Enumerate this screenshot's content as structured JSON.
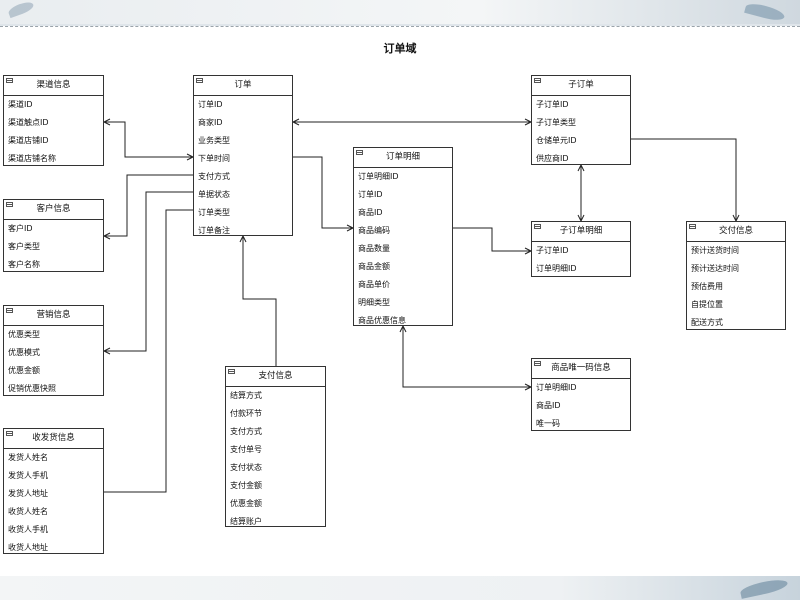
{
  "diagram_title": "订单域",
  "entities": {
    "channel": {
      "name": "渠道信息",
      "fields": [
        "渠道ID",
        "渠道触点ID",
        "渠道店铺ID",
        "渠道店铺名称"
      ]
    },
    "customer": {
      "name": "客户信息",
      "fields": [
        "客户ID",
        "客户类型",
        "客户名称"
      ]
    },
    "marketing": {
      "name": "营销信息",
      "fields": [
        "优惠类型",
        "优惠模式",
        "优惠金额",
        "促销优惠快照"
      ]
    },
    "shipping": {
      "name": "收发货信息",
      "fields": [
        "发货人姓名",
        "发货人手机",
        "发货人地址",
        "收货人姓名",
        "收货人手机",
        "收货人地址"
      ]
    },
    "order": {
      "name": "订单",
      "fields": [
        "订单ID",
        "商家ID",
        "业务类型",
        "下单时间",
        "支付方式",
        "单据状态",
        "订单类型",
        "订单备注"
      ]
    },
    "payment": {
      "name": "支付信息",
      "fields": [
        "结算方式",
        "付款环节",
        "支付方式",
        "支付单号",
        "支付状态",
        "支付金额",
        "优惠金额",
        "结算账户"
      ]
    },
    "order_detail": {
      "name": "订单明细",
      "fields": [
        "订单明细ID",
        "订单ID",
        "商品ID",
        "商品编码",
        "商品数量",
        "商品金额",
        "商品单价",
        "明细类型",
        "商品优惠信息"
      ]
    },
    "sub_order": {
      "name": "子订单",
      "fields": [
        "子订单ID",
        "子订单类型",
        "仓储单元ID",
        "供应商ID"
      ]
    },
    "sub_order_detail": {
      "name": "子订单明细",
      "fields": [
        "子订单ID",
        "订单明细ID"
      ]
    },
    "delivery": {
      "name": "交付信息",
      "fields": [
        "预计送货时间",
        "预计送达时间",
        "预估费用",
        "自提位置",
        "配送方式"
      ]
    },
    "item_code": {
      "name": "商品唯一码信息",
      "fields": [
        "订单明细ID",
        "商品ID",
        "唯一码"
      ]
    }
  }
}
